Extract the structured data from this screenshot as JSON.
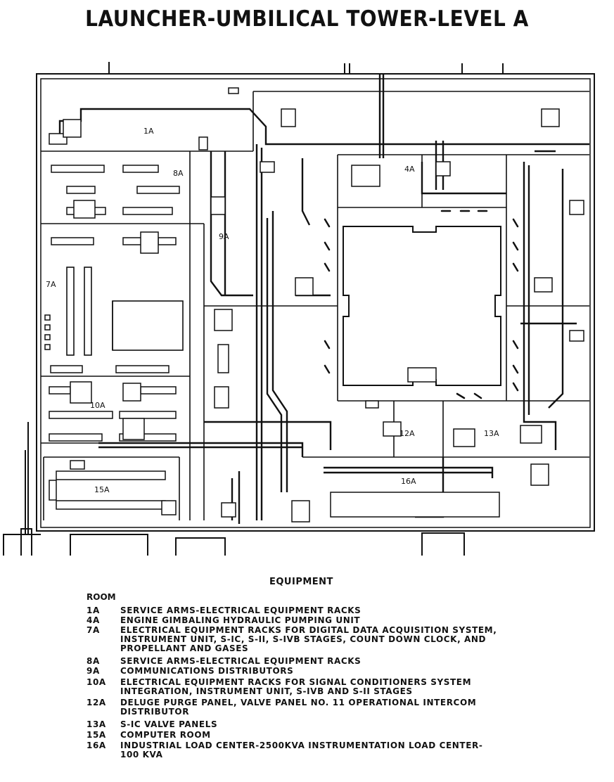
{
  "title": "LAUNCHER-UMBILICAL TOWER-LEVEL A",
  "room_labels": {
    "r1A": "1A",
    "r4A": "4A",
    "r7A": "7A",
    "r8A": "8A",
    "r9A": "9A",
    "r10A": "10A",
    "r12A": "12A",
    "r13A": "13A",
    "r15A": "15A",
    "r16A": "16A"
  },
  "legend": {
    "heading": "EQUIPMENT",
    "room_header": "ROOM",
    "items": [
      {
        "room": "1A",
        "lines": [
          "SERVICE ARMS-ELECTRICAL EQUIPMENT RACKS"
        ]
      },
      {
        "room": "4A",
        "lines": [
          "ENGINE GIMBALING HYDRAULIC PUMPING UNIT"
        ]
      },
      {
        "room": "7A",
        "lines": [
          "ELECTRICAL EQUIPMENT RACKS FOR DIGITAL DATA ACQUISITION SYSTEM,",
          "INSTRUMENT UNIT, S-IC, S-II, S-IVB STAGES, COUNT DOWN CLOCK, AND",
          "PROPELLANT AND GASES"
        ]
      },
      {
        "room": "8A",
        "lines": [
          "SERVICE ARMS-ELECTRICAL EQUIPMENT RACKS"
        ]
      },
      {
        "room": "9A",
        "lines": [
          "COMMUNICATIONS DISTRIBUTORS"
        ]
      },
      {
        "room": "10A",
        "lines": [
          "ELECTRICAL EQUIPMENT RACKS FOR SIGNAL CONDITIONERS SYSTEM",
          "INTEGRATION, INSTRUMENT UNIT, S-IVB AND S-II STAGES"
        ]
      },
      {
        "room": "12A",
        "lines": [
          "DELUGE PURGE PANEL, VALVE PANEL NO. 11 OPERATIONAL INTERCOM",
          "DISTRIBUTOR"
        ]
      },
      {
        "room": "13A",
        "lines": [
          "S-IC VALVE PANELS"
        ]
      },
      {
        "room": "15A",
        "lines": [
          "COMPUTER ROOM"
        ]
      },
      {
        "room": "16A",
        "lines": [
          "INDUSTRIAL LOAD CENTER-2500KVA INSTRUMENTATION LOAD CENTER-",
          "100 KVA"
        ]
      }
    ]
  }
}
